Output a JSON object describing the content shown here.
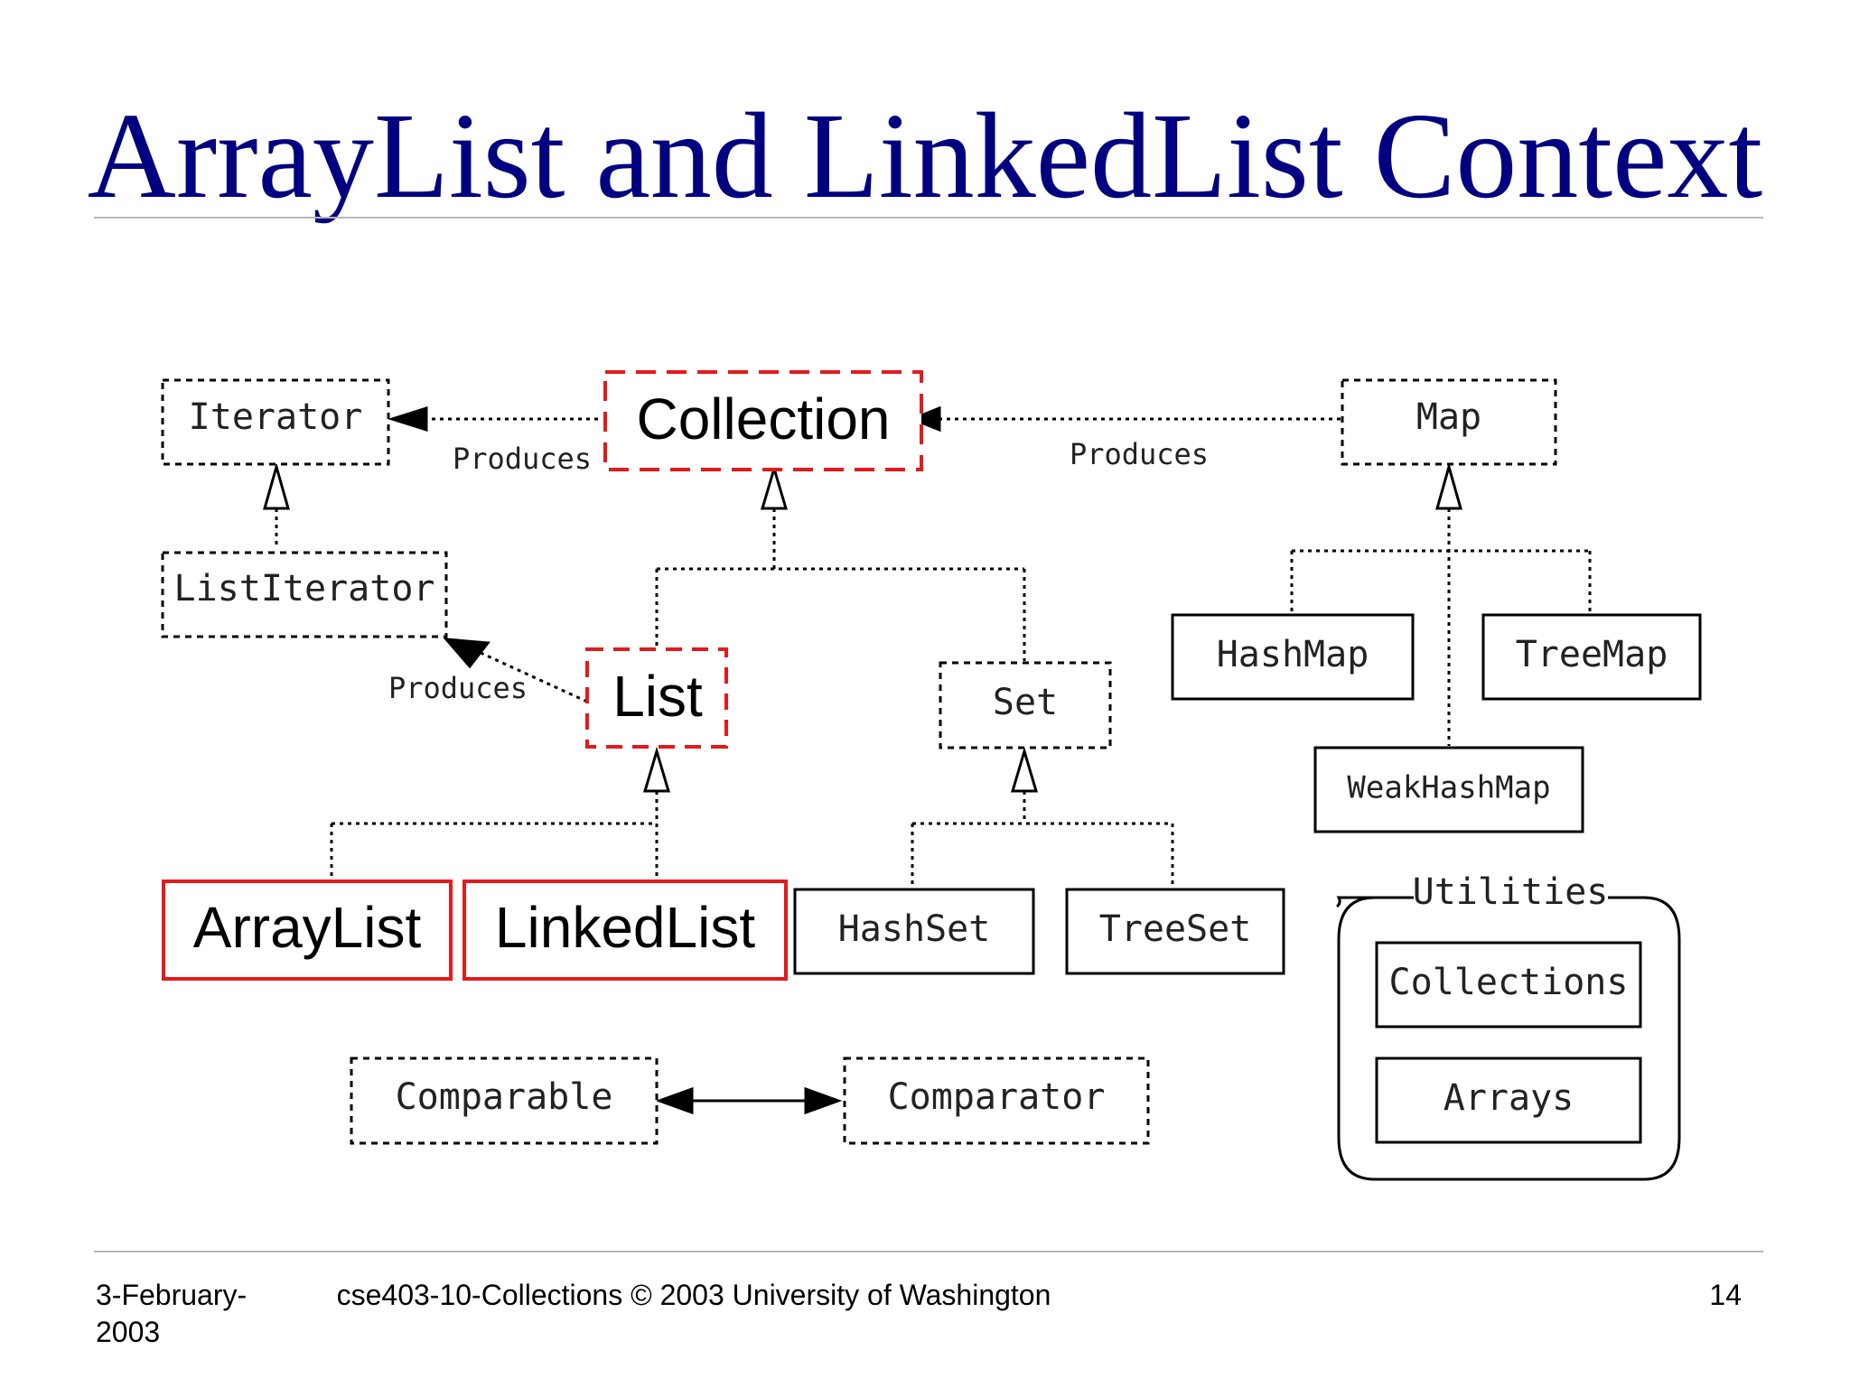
{
  "slide": {
    "title": "ArrayList and LinkedList Context",
    "footer": {
      "date": "3-February-2003",
      "center": "cse403-10-Collections © 2003 University of Washington",
      "page_number": "14"
    }
  },
  "diagram": {
    "nodes": {
      "iterator": "Iterator",
      "collection": "Collection",
      "map": "Map",
      "list_iterator": "ListIterator",
      "list": "List",
      "set": "Set",
      "hashmap": "HashMap",
      "treemap": "TreeMap",
      "weakhashmap": "WeakHashMap",
      "arraylist": "ArrayList",
      "linkedlist": "LinkedList",
      "hashset": "HashSet",
      "treeset": "TreeSet",
      "comparable": "Comparable",
      "comparator": "Comparator",
      "collections": "Collections",
      "arrays": "Arrays"
    },
    "group_label": "Utilities",
    "edge_labels": {
      "collection_to_iterator": "Produces",
      "map_to_collection": "Produces",
      "list_to_listiterator": "Produces"
    },
    "highlight_color": "#e31a1c"
  }
}
